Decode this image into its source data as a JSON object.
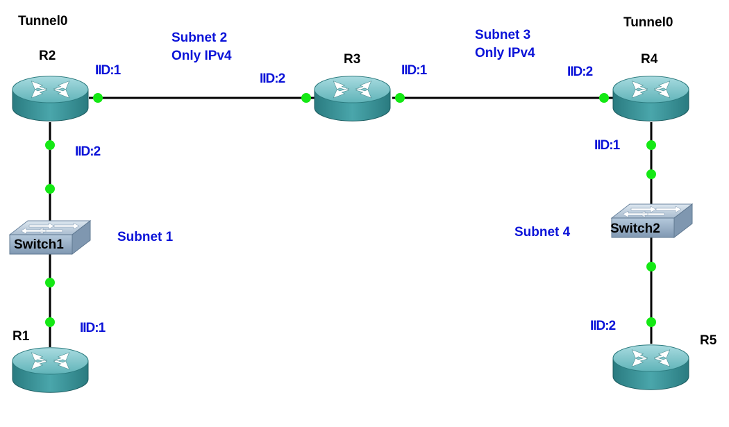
{
  "diagram": {
    "routers": {
      "r1": "R1",
      "r2": "R2",
      "r3": "R3",
      "r4": "R4",
      "r5": "R5"
    },
    "switches": {
      "sw1": "Switch1",
      "sw2": "Switch2"
    },
    "tunnels": {
      "r2": "Tunnel0",
      "r4": "Tunnel0"
    },
    "subnets": {
      "s1": "Subnet 1",
      "s2": "Subnet 2",
      "s2_note": "Only IPv4",
      "s3": "Subnet 3",
      "s3_note": "Only IPv4",
      "s4": "Subnet 4"
    },
    "iids": {
      "r2_right": "IID:1",
      "r2_down": "IID:2",
      "r1": "IID:1",
      "r3_left": "IID:2",
      "r3_right": "IID:1",
      "r4_left": "IID:2",
      "r4_down": "IID:1",
      "r5": "IID:2"
    },
    "colors": {
      "router_body": "#3f9ba0",
      "switch_body": "#8ea9c4",
      "port": "#14e814",
      "label_blue": "#0b13d8",
      "link": "#000000"
    }
  }
}
